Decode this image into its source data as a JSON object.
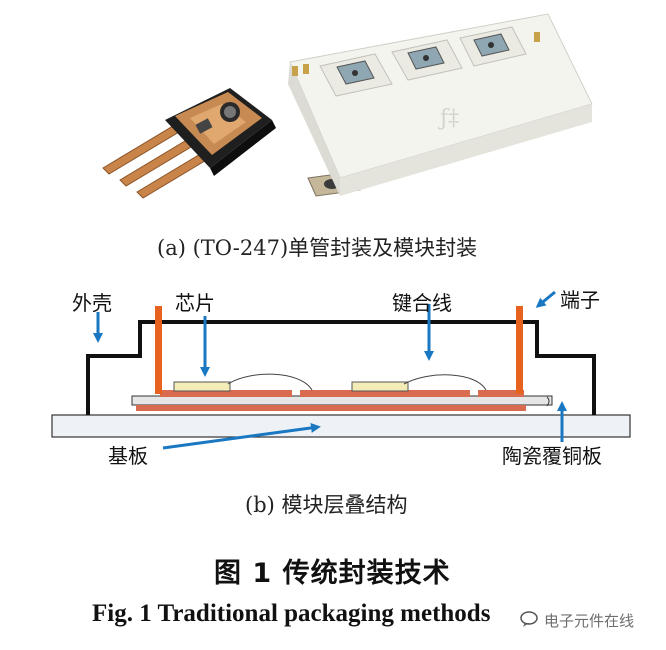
{
  "figure_a": {
    "caption": "(a)  (TO-247)单管封装及模块封装"
  },
  "figure_b": {
    "caption": "(b)  模块层叠结构",
    "labels": {
      "shell": "外壳",
      "chip": "芯片",
      "bond_wire": "键合线",
      "terminal": "端子",
      "substrate": "基板",
      "dbc": "陶瓷覆铜板"
    }
  },
  "title_cn": "图 1    传统封装技术",
  "title_en": "Fig. 1    Traditional packaging methods",
  "watermark": "电子元件在线",
  "colors": {
    "copper": "#d96b4e",
    "terminal": "#e8621f",
    "chip": "#f4ecb6",
    "arrow": "#1a78c2",
    "module_body": "#f1f1ec"
  }
}
